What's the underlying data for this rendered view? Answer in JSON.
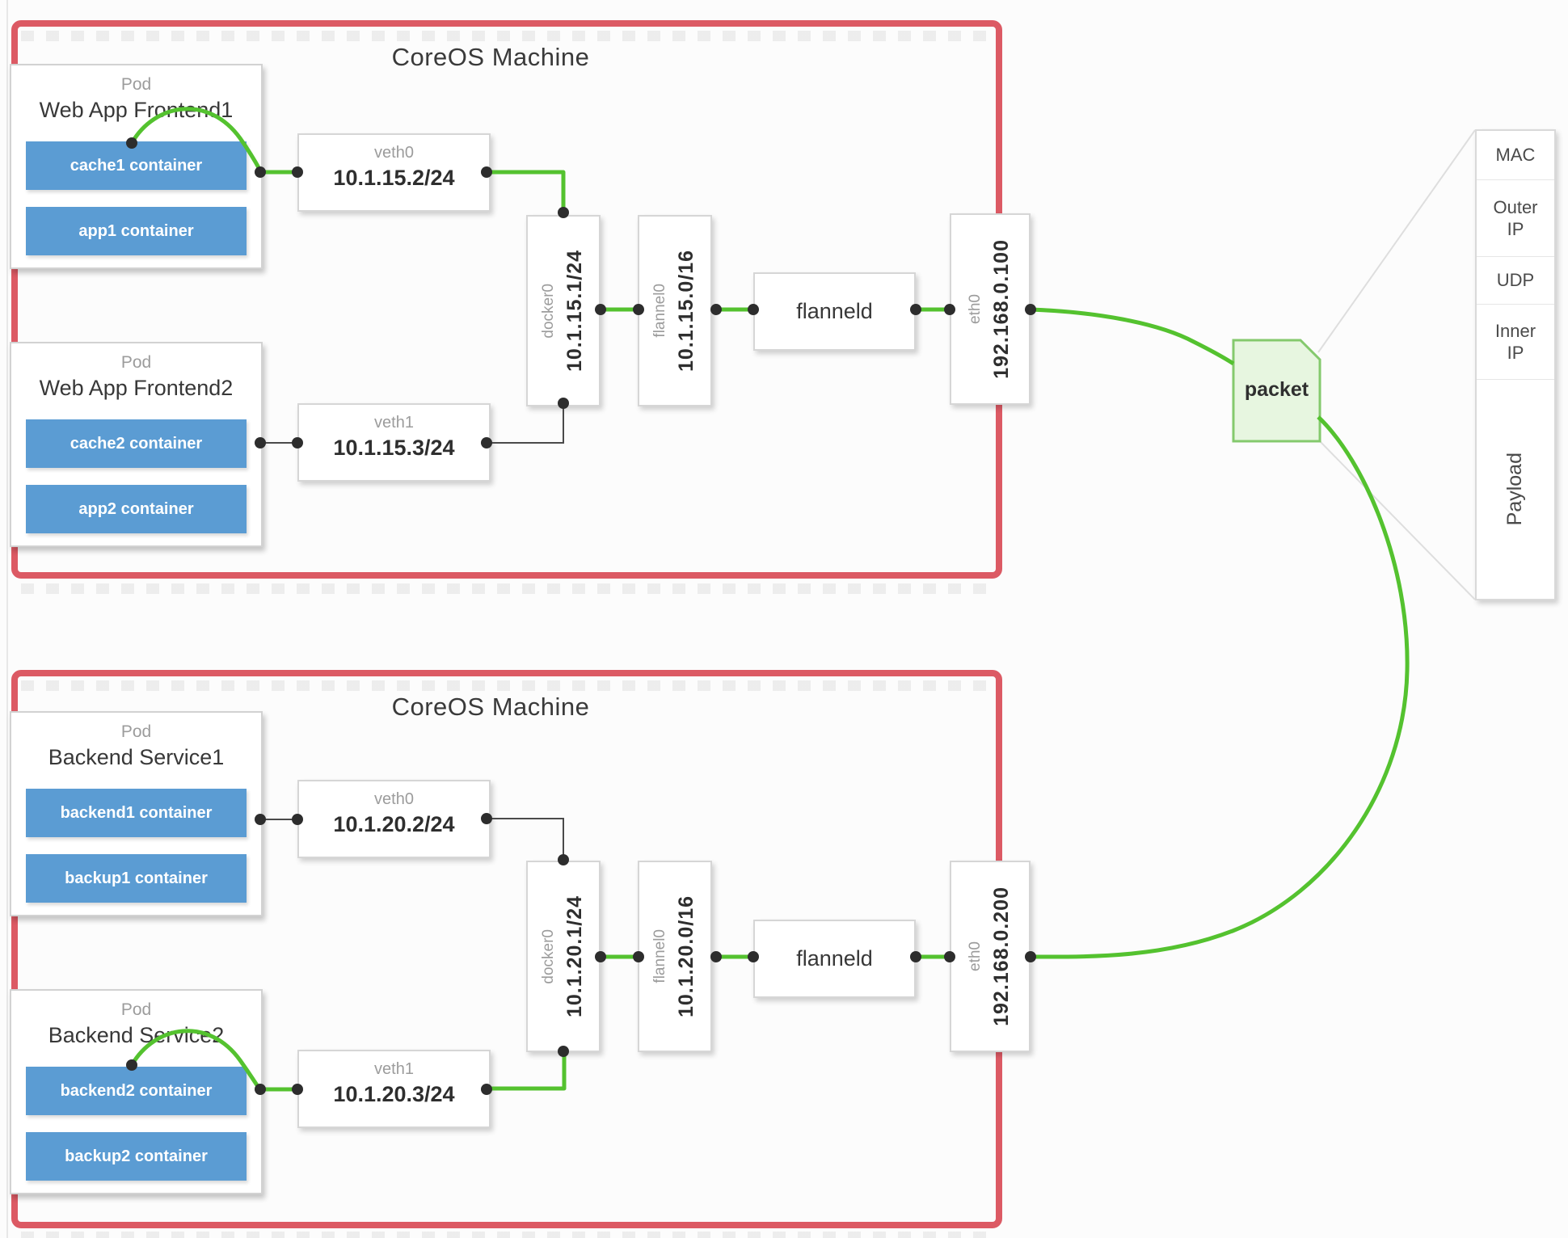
{
  "machines": [
    {
      "title": "CoreOS Machine",
      "pods": [
        {
          "kind": "Pod",
          "name": "Web App Frontend1",
          "containers": [
            "cache1 container",
            "app1 container"
          ]
        },
        {
          "kind": "Pod",
          "name": "Web App Frontend2",
          "containers": [
            "cache2 container",
            "app2 container"
          ]
        }
      ],
      "veths": [
        {
          "name": "veth0",
          "ip": "10.1.15.2/24"
        },
        {
          "name": "veth1",
          "ip": "10.1.15.3/24"
        }
      ],
      "bridge": {
        "name": "docker0",
        "ip": "10.1.15.1/24"
      },
      "overlay": {
        "name": "flannel0",
        "ip": "10.1.15.0/16"
      },
      "daemon": "flanneld",
      "nic": {
        "name": "eth0",
        "ip": "192.168.0.100"
      }
    },
    {
      "title": "CoreOS Machine",
      "pods": [
        {
          "kind": "Pod",
          "name": "Backend Service1",
          "containers": [
            "backend1 container",
            "backup1 container"
          ]
        },
        {
          "kind": "Pod",
          "name": "Backend Service2",
          "containers": [
            "backend2 container",
            "backup2 container"
          ]
        }
      ],
      "veths": [
        {
          "name": "veth0",
          "ip": "10.1.20.2/24"
        },
        {
          "name": "veth1",
          "ip": "10.1.20.3/24"
        }
      ],
      "bridge": {
        "name": "docker0",
        "ip": "10.1.20.1/24"
      },
      "overlay": {
        "name": "flannel0",
        "ip": "10.1.20.0/16"
      },
      "daemon": "flanneld",
      "nic": {
        "name": "eth0",
        "ip": "192.168.0.200"
      }
    }
  ],
  "packet": {
    "label": "packet",
    "layers": [
      "MAC",
      "Outer IP",
      "UDP",
      "Inner IP",
      "Payload"
    ]
  },
  "colors": {
    "machine_border": "#dc5a64",
    "flow_green": "#54c22f",
    "container_blue": "#5b9cd3",
    "packet_fill": "#e7f6e0",
    "packet_border": "#84c96d"
  }
}
